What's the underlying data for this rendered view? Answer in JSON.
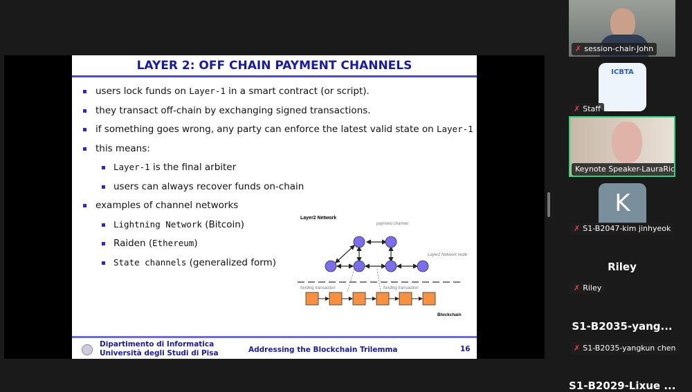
{
  "slide": {
    "title": "LAYER 2: OFF CHAIN PAYMENT CHANNELS",
    "bullets": [
      {
        "pre": "users lock funds on ",
        "mono": "Layer-1",
        "post": " in a smart contract (or script)."
      },
      {
        "text": "they transact off-chain by exchanging signed transactions."
      },
      {
        "pre": "if something goes wrong, any party can enforce the latest valid state on ",
        "mono": "Layer-1",
        "post": ""
      },
      {
        "text": "this means:"
      },
      {
        "pre": "",
        "mono": "Layer-1",
        "post": " is the final arbiter"
      },
      {
        "text": "users can always recover funds on-chain"
      },
      {
        "text": "examples of channel networks"
      },
      {
        "pre": "",
        "mono": "Lightning Network",
        "post": " (Bitcoin)"
      },
      {
        "pre": "Raiden (",
        "mono": "Ethereum",
        "post": ")"
      },
      {
        "pre": "",
        "mono": "State channels",
        "post": " (generalized form)"
      }
    ],
    "diagram": {
      "title": "Layer2 Network",
      "payment_channel": "payment channel",
      "node": "Layer2 Network node",
      "funding1": "funding transaction",
      "funding2": "funding transaction",
      "blockchain": "Blockchain",
      "colors": {
        "node": "#7b6cf0",
        "block": "#f7913f"
      }
    },
    "footer": {
      "dept": "Dipartimento di Informatica",
      "univ": "Università degli Studi di Pisa",
      "talk": "Addressing the Blockchain Trilemma",
      "page": "16"
    }
  },
  "participants": [
    {
      "name": "session-chair-John",
      "muted": true
    },
    {
      "name": "Staff",
      "muted": true,
      "logo": "ICBTA"
    },
    {
      "name": "Keynote Speaker-LauraRicci",
      "muted": false,
      "active": true
    },
    {
      "name": "S1-B2047-kim jinhyeok",
      "muted": true,
      "initial": "K"
    },
    {
      "name": "Riley",
      "muted": true,
      "display": "Riley"
    },
    {
      "name": "S1-B2035-yangkun chen",
      "muted": true,
      "display": "S1-B2035-yang..."
    },
    {
      "display": "S1-B2029-Lixue ..."
    }
  ],
  "mic_icon": "✗"
}
